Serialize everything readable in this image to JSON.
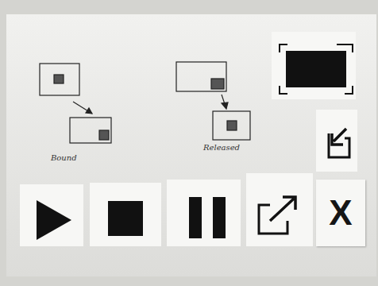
{
  "diagram": {
    "nodes": [
      {
        "text": [
          "X"
        ]
      }
    ],
    "labels": [
      "Bound",
      "Released"
    ]
  }
}
